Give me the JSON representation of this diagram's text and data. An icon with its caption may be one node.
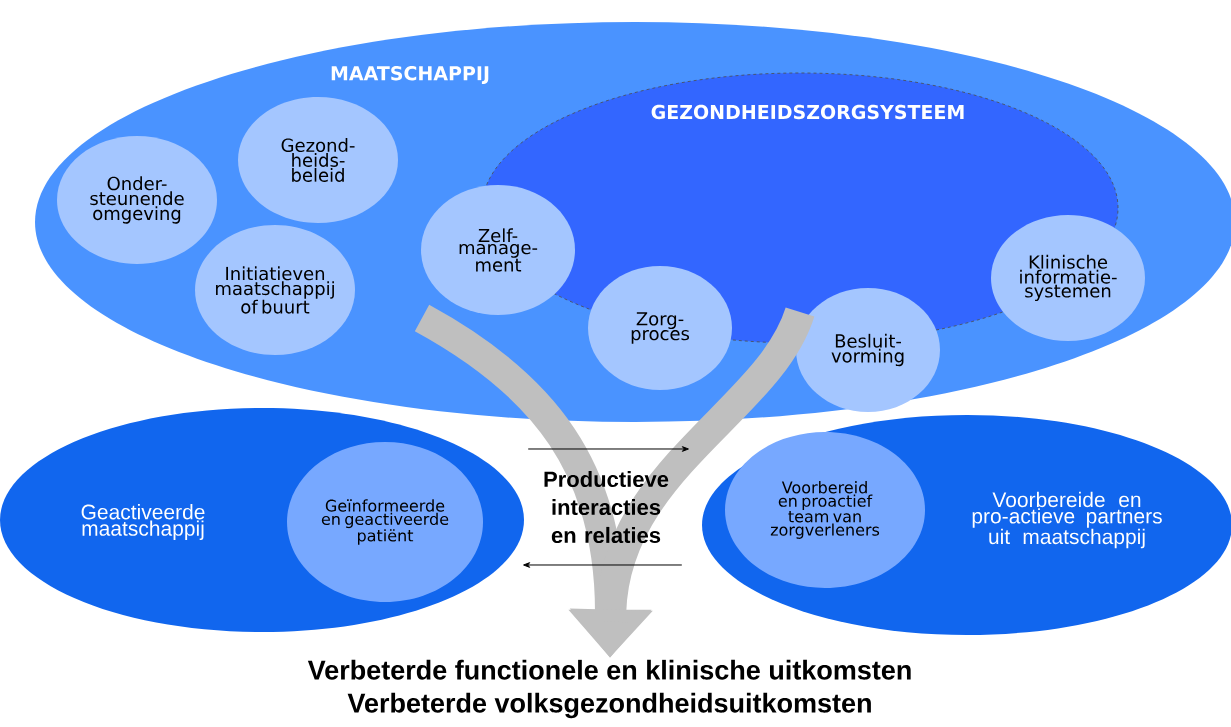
{
  "diagram": {
    "nodes": [
      {
        "text": [
          "MAATSCHAPPIJ"
        ]
      },
      {
        "text": [
          "GEZONDHEIDSZORGSYSTEEM"
        ],
        "in": 0
      },
      {
        "text": [
          "Onder- steunende omgeving"
        ],
        "in": 0
      },
      {
        "text": [
          "Gezond- heids- beleid"
        ],
        "in": 0
      },
      {
        "text": [
          "Initiatieven maatschappij of buurt"
        ],
        "in": 0
      },
      {
        "text": [
          "Zelf- manage- ment"
        ],
        "in": 0
      },
      {
        "text": [
          "Zorg- proces"
        ],
        "in": 0
      },
      {
        "text": [
          "Besluit- vorming"
        ],
        "in": 0
      },
      {
        "text": [
          "Klinische informatie- systemen"
        ],
        "in": 0
      },
      {
        "text": [
          "Geactiveerde maatschappij"
        ]
      },
      {
        "text": [
          "Geïnformeerde en geactiveerde patiënt"
        ],
        "in": 9
      },
      {
        "text": [
          "Voorbereide en pro-actieve partners uit maatschappij"
        ]
      },
      {
        "text": [
          "Voorbereid en proactief team van zorgverleners"
        ],
        "in": 11
      },
      {
        "text": [
          "Verbeterde functionele en klinische uitkomsten",
          "Verbeterde volksgezondheidsuitkomsten"
        ]
      }
    ],
    "edges": [
      {
        "from": null,
        "to": 13,
        "arrow": "to",
        "style": "thick",
        "color": "#bfbfbf"
      },
      {
        "from": 1,
        "to": 13,
        "arrow": "to",
        "style": "thick",
        "color": "#bfbfbf"
      },
      {
        "from": 9,
        "to": 11,
        "arrow": "to",
        "color": "#000000"
      },
      {
        "from": 11,
        "to": 9,
        "arrow": "to",
        "color": "#000000"
      }
    ],
    "labels": [
      "Productieve interacties en relaties"
    ]
  }
}
